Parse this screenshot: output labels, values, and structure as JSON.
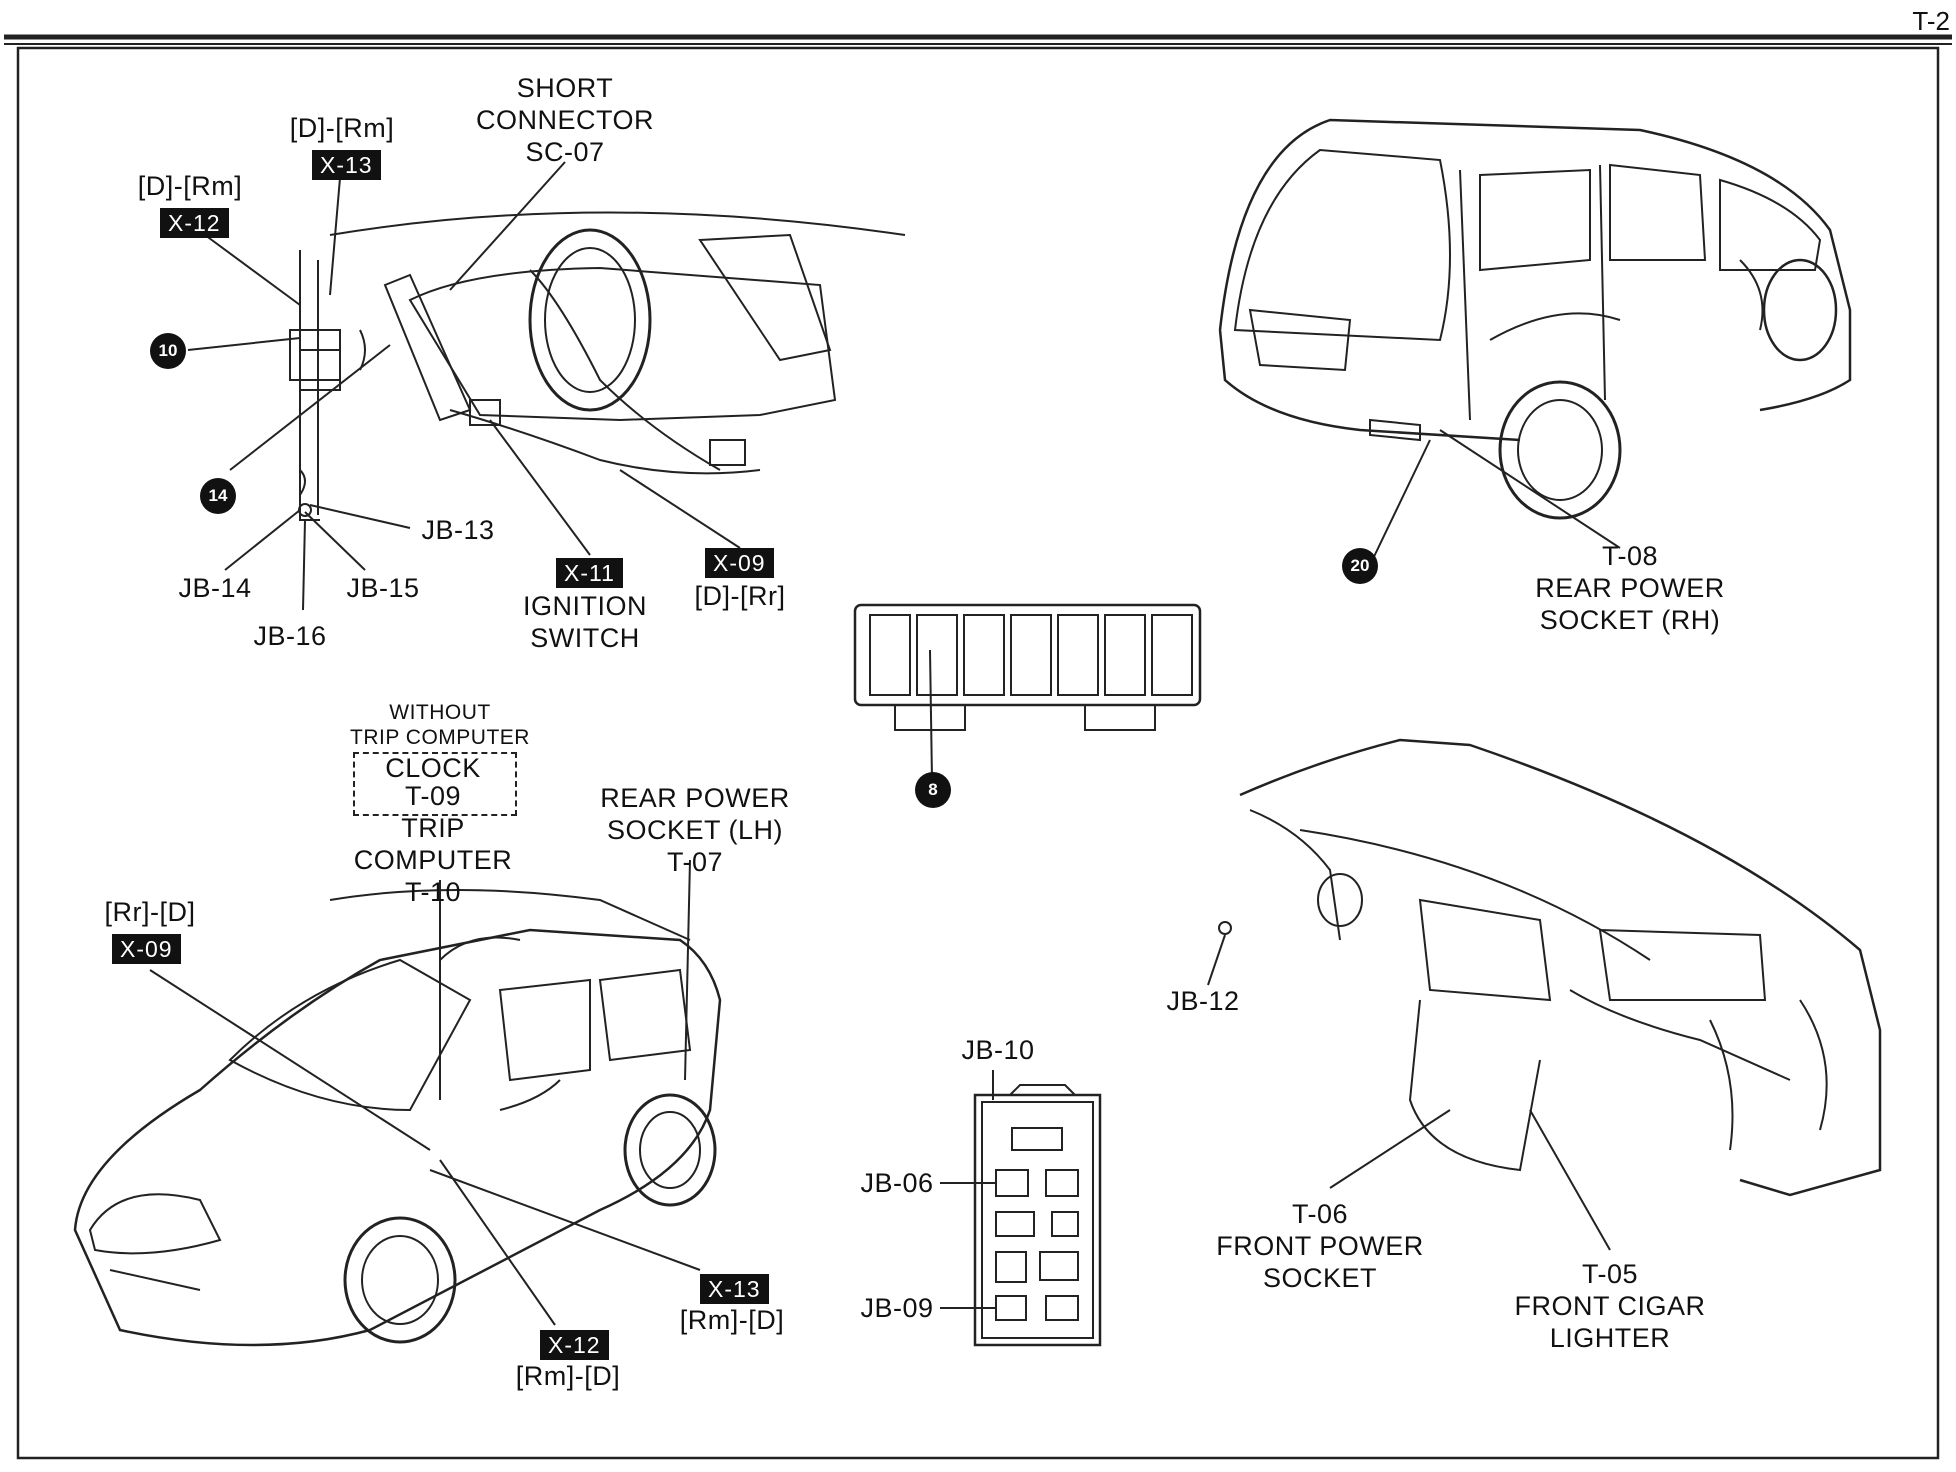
{
  "page": {
    "number": "T-2"
  },
  "top_left": {
    "short_connector": "SHORT\nCONNECTOR\nSC-07",
    "x13_wire": "[D]-[Rm]",
    "x13_tag": "X-13",
    "x12_wire": "[D]-[Rm]",
    "x12_tag": "X-12",
    "marker_10": "10",
    "marker_14": "14",
    "jb13": "JB-13",
    "jb14": "JB-14",
    "jb15": "JB-15",
    "jb16": "JB-16",
    "x11_tag": "X-11",
    "ignition": "IGNITION\nSWITCH",
    "x09_tag": "X-09",
    "x09_wire": "[D]-[Rr]"
  },
  "top_right": {
    "marker_20": "20",
    "t08": "T-08\nREAR POWER\nSOCKET (RH)"
  },
  "center": {
    "marker_8": "8"
  },
  "bottom_left": {
    "without": "WITHOUT\nTRIP COMPUTER",
    "clock": "CLOCK\nT-09",
    "trip": "TRIP\nCOMPUTER\nT-10",
    "rear_lh": "REAR POWER\nSOCKET (LH)\nT-07",
    "x09_wire": "[Rr]-[D]",
    "x09_tag": "X-09",
    "x13_tag": "X-13",
    "x13_wire": "[Rm]-[D]",
    "x12_tag": "X-12",
    "x12_wire": "[Rm]-[D]"
  },
  "bottom_center": {
    "jb10": "JB-10",
    "jb06": "JB-06",
    "jb09": "JB-09"
  },
  "bottom_right": {
    "jb12": "JB-12",
    "t06": "T-06\nFRONT POWER\nSOCKET",
    "t05": "T-05\nFRONT CIGAR\nLIGHTER"
  }
}
